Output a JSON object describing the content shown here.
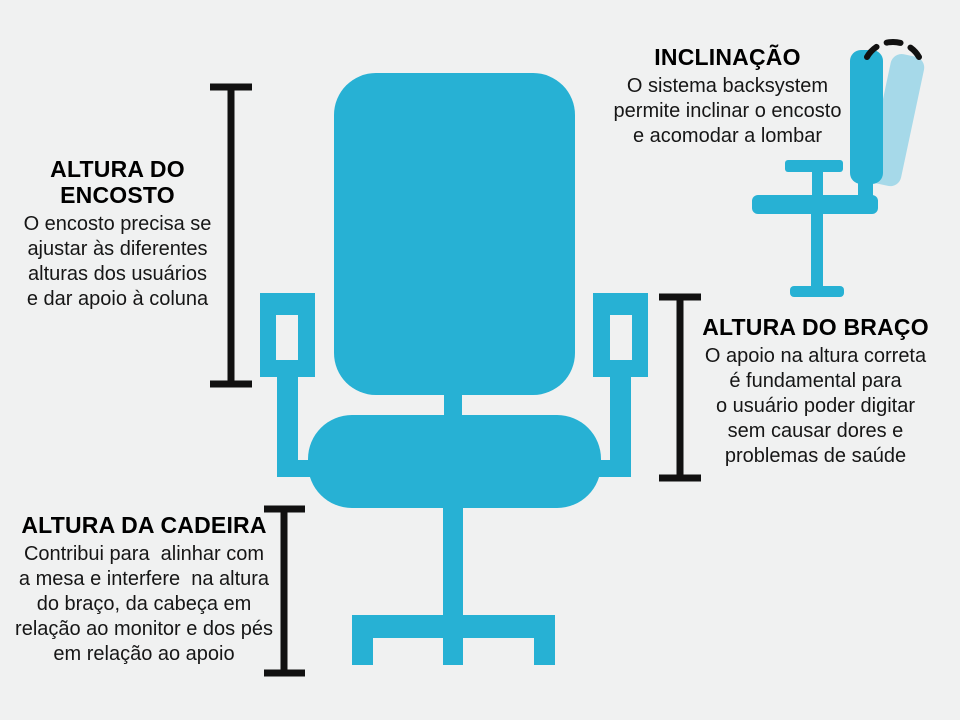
{
  "colors": {
    "background": "#f0f1f1",
    "chair": "#27b1d4",
    "chair_light": "#a6d9e9",
    "line": "#111111"
  },
  "infographic": {
    "backrest_height": {
      "title": "ALTURA DO\nENCOSTO",
      "body": "O encosto precisa se\najustar às diferentes\nalturas dos usuários\ne dar apoio à coluna"
    },
    "tilt": {
      "title": "INCLINAÇÃO",
      "body": "O sistema backsystem\npermite inclinar o encosto\ne acomodar a lombar"
    },
    "armrest_height": {
      "title": "ALTURA DO BRAÇO",
      "body": "O apoio na altura correta\né fundamental para\no usuário poder digitar\nsem causar dores e\nproblemas de saúde"
    },
    "seat_height": {
      "title": "ALTURA DA CADEIRA",
      "body": "Contribui para  alinhar com\na mesa e interfere  na altura\ndo braço, da cabeça em\nrelação ao monitor e dos pés\nem relação ao apoio"
    }
  }
}
